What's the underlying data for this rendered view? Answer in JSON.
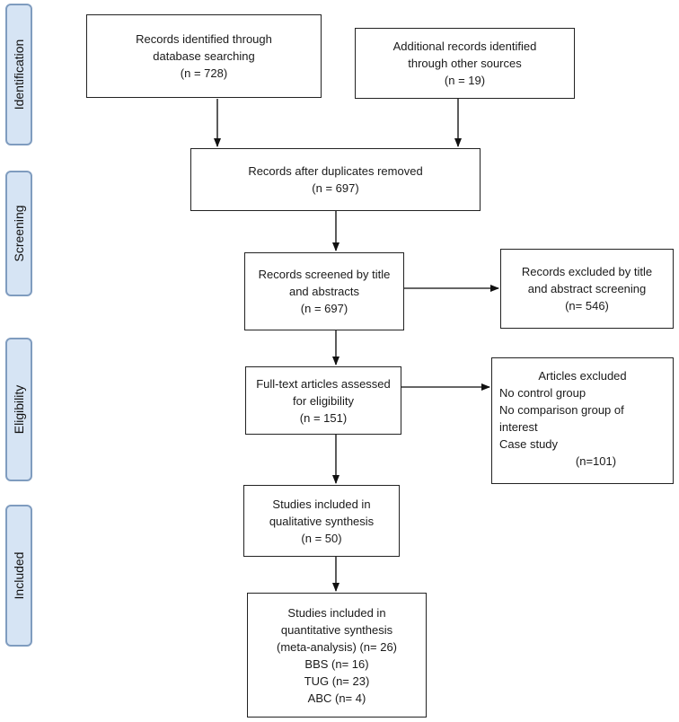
{
  "stages": {
    "identification": "Identification",
    "screening": "Screening",
    "eligibility": "Eligibility",
    "included": "Included"
  },
  "boxes": {
    "db_search": {
      "l1": "Records identified through",
      "l2": "database searching",
      "n": "(n = 728)"
    },
    "other_sources": {
      "l1": "Additional records identified",
      "l2": "through other sources",
      "n": "(n = 19)"
    },
    "duplicates_removed": {
      "l1": "Records after duplicates removed",
      "n": "(n = 697)"
    },
    "screened": {
      "l1": "Records screened by title",
      "l2": "and abstracts",
      "n": "(n = 697)"
    },
    "excluded_screening": {
      "l1": "Records excluded by title",
      "l2": "and abstract screening",
      "n": "(n= 546)"
    },
    "fulltext": {
      "l1": "Full-text articles assessed",
      "l2": "for eligibility",
      "n": "(n = 151)"
    },
    "articles_excluded": {
      "title": "Articles excluded",
      "reasons": [
        "No control group",
        "No comparison group of",
        "interest",
        "Case study"
      ],
      "n": "(n=101)"
    },
    "qualitative": {
      "l1": "Studies included in",
      "l2": "qualitative synthesis",
      "n": "(n = 50)"
    },
    "quantitative": {
      "l1": "Studies included in",
      "l2": "quantitative synthesis",
      "l3": "(meta-analysis) (n= 26)",
      "l4": "BBS (n= 16)",
      "l5": "TUG (n= 23)",
      "l6": "ABC (n= 4)"
    }
  }
}
